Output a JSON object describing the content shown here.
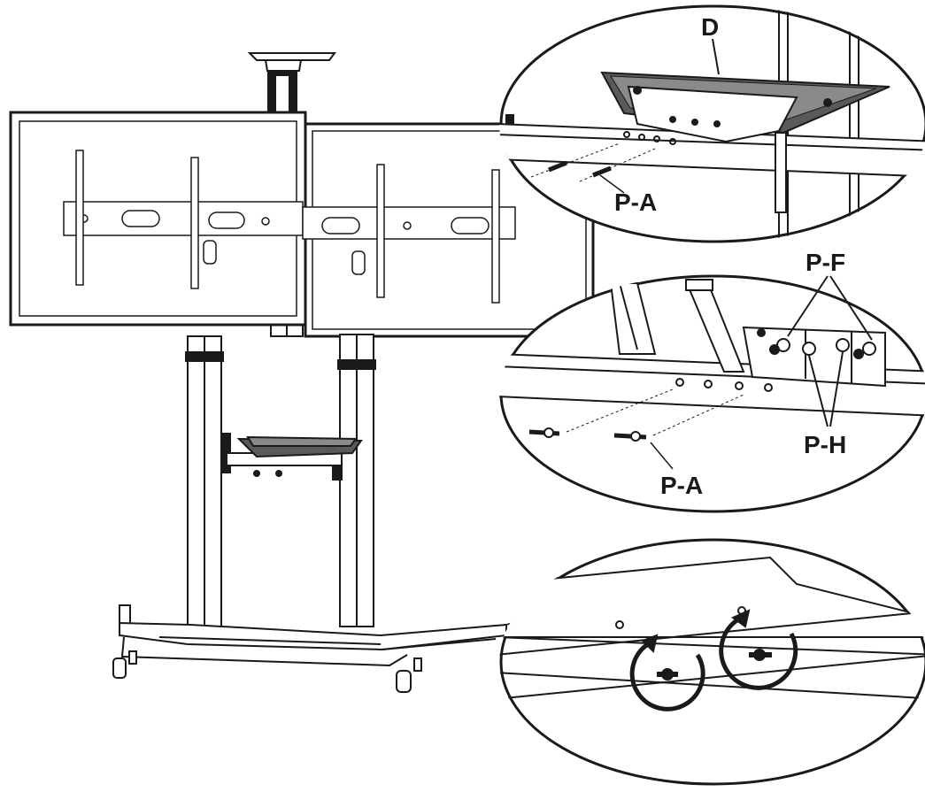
{
  "diagram": {
    "labels": {
      "shelf": "D",
      "anchor_top": "P-A",
      "washer": "P-F",
      "bolt": "P-H",
      "anchor_middle": "P-A"
    },
    "colors": {
      "line": "#1a1a1a",
      "shelf_fill": "#5a5a5a",
      "shelf_top": "#8a8a8a",
      "panel_fill": "#ffffff",
      "background": "#ffffff"
    }
  }
}
